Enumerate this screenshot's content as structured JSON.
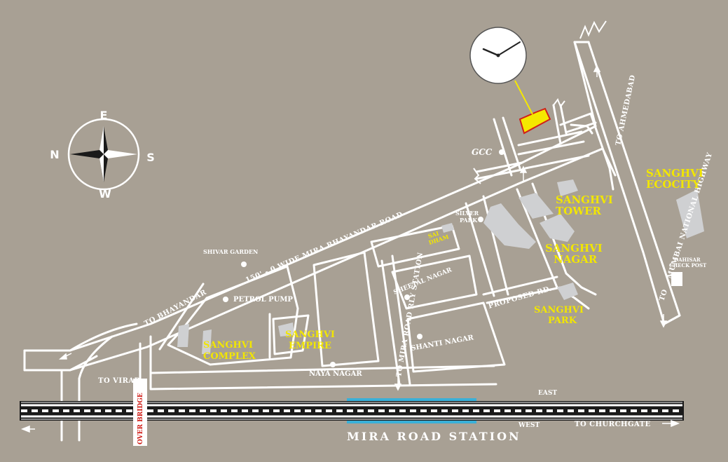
{
  "compass": {
    "north": "N",
    "south": "S",
    "east": "E",
    "west": "W"
  },
  "roads": {
    "main_road": "150' - 0  WIDE MIRA BHAYANDAR ROAD",
    "highway": "MUMBAI  NATIONAL HIGHWAY",
    "to_ahmedabad": "TO AHMEDABAD",
    "to_mumbai": "TO",
    "to_bhayandar": "TO BHAYANDAR",
    "to_mira_road_station": "TO MIRA ROAD RLY STATION",
    "proposed_rd": "PROPOSED RD.",
    "to_virar": "TO VIRAR",
    "over_bridge": "OVER BRIDGE",
    "to_churchgate": "TO CHURCHGATE"
  },
  "landmarks": {
    "gcc": "GCC",
    "shivar_garden": "SHIVAR GARDEN",
    "petrol_pump": "PETROL PUMP",
    "silver_park": [
      "SILVER",
      "PARK"
    ],
    "sheetal_nagar": "SHEETAL NAGAR",
    "shanti_nagar": "SHANTI NAGAR",
    "naya_nagar": "NAYA NAGAR",
    "dahisar_check_post": [
      "DAHISAR",
      "CHECK POST"
    ]
  },
  "projects": {
    "sai_dham": [
      "SAI",
      "DHAM"
    ],
    "sanghvi_ecocity": [
      "SANGHVI",
      "ECOCITY"
    ],
    "sanghvi_tower": [
      "SANGHVI",
      "TOWER"
    ],
    "sanghvi_nagar": [
      "SANGHVI",
      "NAGAR"
    ],
    "sanghvi_park": [
      "SANGHVI",
      "PARK"
    ],
    "sanghvi_empire": [
      "SANGHVI",
      "EMPIRE"
    ],
    "sanghvi_complex": [
      "SANGHVI",
      "COMPLEX"
    ]
  },
  "railway": {
    "east": "EAST",
    "west": "WEST",
    "station_name": "MIRA ROAD STATION"
  },
  "colors": {
    "background": "#a8a094",
    "road": "#ffffff",
    "project_label": "#f2e600",
    "site_fill": "#f5e800",
    "site_outline": "#d0201a",
    "building_block": "#cfd0d2",
    "platform": "#3ab0d8"
  },
  "icons": [
    "compass-icon",
    "clock-icon",
    "site-marker-icon",
    "direction-arrow-icon"
  ]
}
